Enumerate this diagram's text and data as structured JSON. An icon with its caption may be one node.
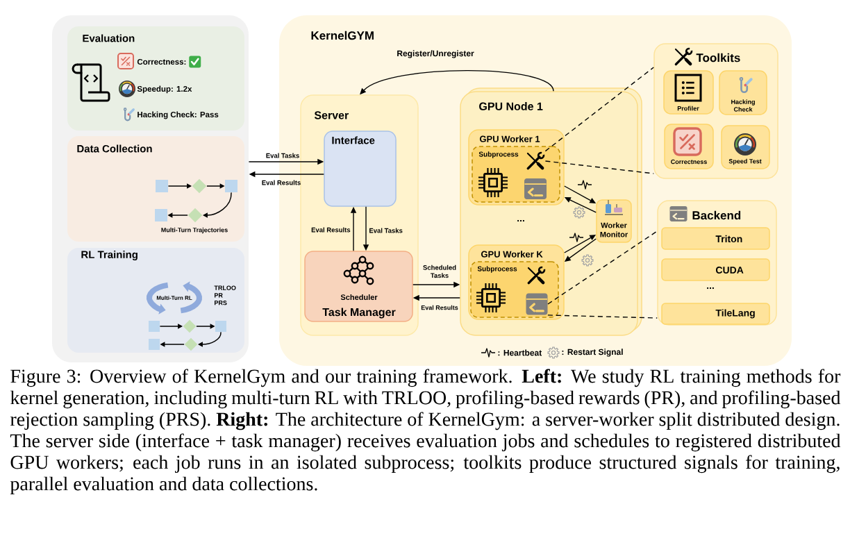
{
  "diagram": {
    "nodes": [
      {
        "text": [],
        "shape": "box"
      },
      {
        "text": [
          "Evaluation",
          "Correctness:",
          "Speedup: 1.2x",
          "Hacking Check: Pass"
        ],
        "in": 0
      },
      {
        "text": [
          "Data Collection",
          "Multi-Turn Trajectories"
        ],
        "in": 0
      },
      {
        "text": [],
        "shape": "box",
        "in": 2
      },
      {
        "text": [],
        "shape": "diamond",
        "in": 2
      },
      {
        "text": [],
        "shape": "box",
        "in": 2
      },
      {
        "text": [],
        "shape": "diamond",
        "in": 2
      },
      {
        "text": [],
        "shape": "box",
        "in": 2
      },
      {
        "text": [
          "RL Training",
          "Multi-Turn RL",
          "TRLOO PR PRS"
        ],
        "in": 0
      },
      {
        "text": [],
        "shape": "box",
        "in": 8
      },
      {
        "text": [],
        "shape": "diamond",
        "in": 8
      },
      {
        "text": [],
        "shape": "box",
        "in": 8
      },
      {
        "text": [],
        "shape": "diamond",
        "in": 8
      },
      {
        "text": [],
        "shape": "box",
        "in": 8
      },
      {
        "text": [
          "KernelGYM"
        ]
      },
      {
        "text": [
          "Server"
        ],
        "in": 14
      },
      {
        "text": [
          "Interface"
        ],
        "in": 15
      },
      {
        "text": [
          "Scheduler",
          "Task Manager"
        ],
        "in": 15
      },
      {
        "text": [
          "GPU Node 1",
          "..."
        ],
        "in": 14
      },
      {
        "text": [
          "GPU Worker 1"
        ],
        "in": 18
      },
      {
        "text": [
          "Subprocess"
        ],
        "in": 19
      },
      {
        "text": [],
        "shape": "picture",
        "in": 20
      },
      {
        "text": [
          "GPU Worker K"
        ],
        "in": 18
      },
      {
        "text": [
          "Subprocess"
        ],
        "in": 22
      },
      {
        "text": [],
        "shape": "picture",
        "in": 23
      },
      {
        "text": [
          "Worker Monitor"
        ],
        "in": 18
      },
      {
        "text": [
          "Toolkits"
        ],
        "in": 14
      },
      {
        "text": [
          "Profiler"
        ],
        "in": 26
      },
      {
        "text": [
          "Hacking Check"
        ],
        "in": 26
      },
      {
        "text": [
          "Correctness"
        ],
        "in": 26
      },
      {
        "text": [
          "Speed Test"
        ],
        "in": 26
      },
      {
        "text": [
          "Backend",
          "..."
        ],
        "in": 14
      },
      {
        "text": [
          "Triton"
        ],
        "in": 31
      },
      {
        "text": [
          "CUDA"
        ],
        "in": 31
      },
      {
        "text": [
          "TileLang"
        ],
        "in": 31
      }
    ],
    "edges": [
      {
        "from": 3,
        "to": 4,
        "arrow": "to"
      },
      {
        "from": 4,
        "to": 5,
        "arrow": "to"
      },
      {
        "from": 5,
        "to": 6,
        "arrow": "to"
      },
      {
        "from": 6,
        "to": 7,
        "arrow": "to"
      },
      {
        "from": 9,
        "to": 10,
        "arrow": "to"
      },
      {
        "from": 10,
        "to": 11,
        "arrow": "to"
      },
      {
        "from": 11,
        "to": 12,
        "arrow": "to"
      },
      {
        "from": 12,
        "to": 13,
        "arrow": "to"
      },
      {
        "from": 18,
        "to": 15,
        "arrow": "to",
        "label": "Register/Unregister"
      },
      {
        "from": 0,
        "to": 16,
        "arrow": "to",
        "label": "Eval Tasks"
      },
      {
        "from": 16,
        "to": 0,
        "arrow": "to",
        "label": "Eval Results"
      },
      {
        "from": 17,
        "to": 16,
        "arrow": "to",
        "label": "Eval Results"
      },
      {
        "from": 16,
        "to": 17,
        "arrow": "to",
        "label": "Eval Tasks"
      },
      {
        "from": 17,
        "to": 18,
        "arrow": "to",
        "label": "Scheduled Tasks"
      },
      {
        "from": 18,
        "to": 17,
        "arrow": "to",
        "label": "Eval Results"
      },
      {
        "from": 19,
        "to": 25,
        "arrow": "to"
      },
      {
        "from": 25,
        "to": 19,
        "arrow": "to"
      },
      {
        "from": 22,
        "to": 25,
        "arrow": "to"
      },
      {
        "from": 25,
        "to": 22,
        "arrow": "to"
      },
      {
        "from": 21,
        "to": 26,
        "arrow": "none",
        "style": "dashed"
      },
      {
        "from": 21,
        "to": 26,
        "arrow": "none",
        "style": "dashed"
      },
      {
        "from": 24,
        "to": 31,
        "arrow": "none",
        "style": "dashed"
      },
      {
        "from": 24,
        "to": 31,
        "arrow": "none",
        "style": "dashed"
      }
    ],
    "legend": [
      {
        "text": ": Heartbeat"
      },
      {
        "text": ": Restart Signal"
      }
    ],
    "caption": "Figure 3: Overview of KernelGym and our training framework. **Left:** We study RL training methods for kernel generation, including multi-turn RL with TRLOO, profiling-based rewards (PR), and profiling-based rejection sampling (PRS). **Right:** The architecture of KernelGym: a server-worker split distributed design. The server side (interface + task manager) receives evaluation jobs and schedules to registered distributed GPU workers; each job runs in an isolated subprocess; toolkits produce structured signals for training, parallel evaluation and data collections."
  }
}
